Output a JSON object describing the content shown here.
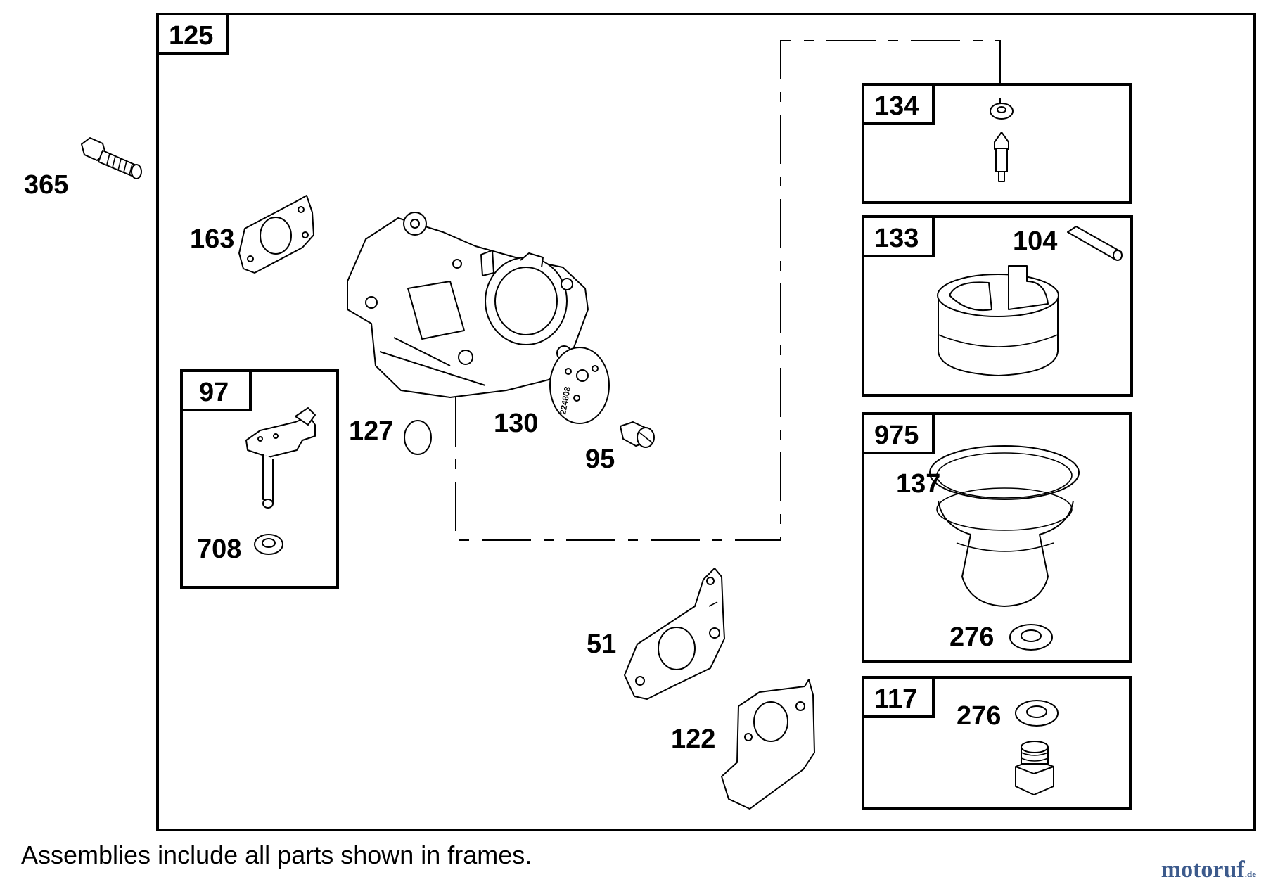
{
  "frames": {
    "main": "125",
    "f97": "97",
    "f134": "134",
    "f133": "133",
    "f975": "975",
    "f117": "117"
  },
  "callouts": {
    "p365": "365",
    "p163": "163",
    "p127": "127",
    "p130": "130",
    "p95": "95",
    "p708": "708",
    "p51": "51",
    "p122": "122",
    "p104": "104",
    "p137": "137",
    "p276a": "276",
    "p276b": "276"
  },
  "disc_marking": "224808",
  "note": "Assemblies include all parts shown in frames.",
  "watermark": {
    "main": "motoruf",
    "suffix": ".de"
  }
}
